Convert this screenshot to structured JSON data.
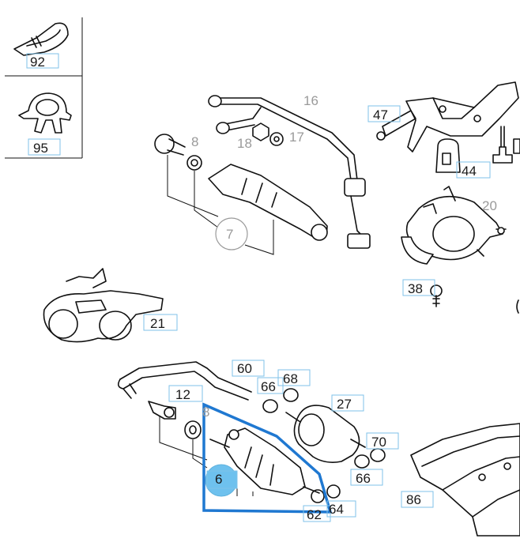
{
  "diagram": {
    "labels": {
      "p92": "92",
      "p95": "95",
      "p16": "16",
      "p8a": "8",
      "p18": "18",
      "p17": "17",
      "p7": "7",
      "p47": "47",
      "p44": "44",
      "p20": "20",
      "p38": "38",
      "p21": "21",
      "p60": "60",
      "p66a": "66",
      "p68": "68",
      "p12": "12",
      "p8b": "8",
      "p27": "27",
      "p70": "70",
      "p66b": "66",
      "p6": "6",
      "p62": "62",
      "p64": "64",
      "p86": "86"
    },
    "colors": {
      "highlight_outline": "#1f78d1",
      "label_box": "#7fc2e8",
      "selected_fill": "#6ec1ee",
      "line": "#111111",
      "grey_text": "#9a9a9a"
    },
    "selected_part": "6"
  }
}
